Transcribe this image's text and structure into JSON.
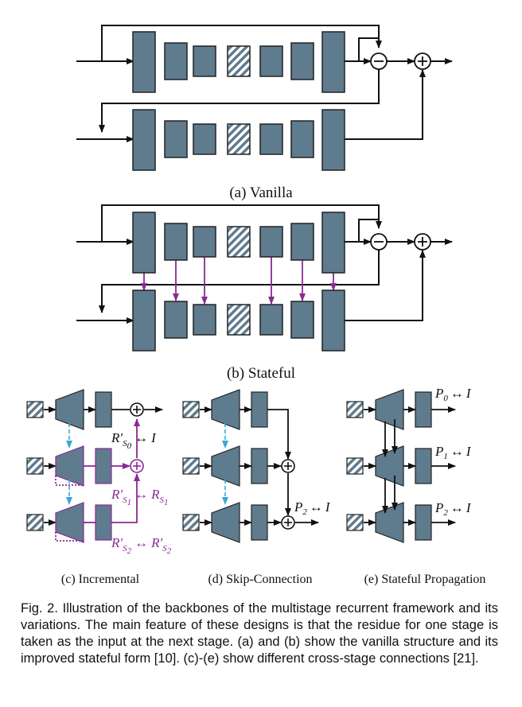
{
  "colors": {
    "block": "#5f7b8e",
    "state_arrow": "#8b2a96",
    "skip_arrow": "#39a8d8",
    "line": "#111111"
  },
  "panels": {
    "a": {
      "label": "(a) Vanilla"
    },
    "b": {
      "label": "(b) Stateful"
    },
    "c": {
      "label": "(c) Incremental",
      "annot": [
        {
          "main": "R′",
          "sub": "S",
          "subsub": "0",
          "rel": "↔",
          "rhs": "I"
        },
        {
          "main": "R′",
          "sub": "S",
          "subsub": "1",
          "rel": "↔",
          "rhs": "R",
          "rhs_sub": "S",
          "rhs_subsub": "1"
        },
        {
          "main": "R′",
          "sub": "S",
          "subsub": "2",
          "rel": "↔",
          "rhs": "R′",
          "rhs_sub": "S",
          "rhs_subsub": "2"
        }
      ]
    },
    "d": {
      "label": "(d) Skip-Connection",
      "annot": {
        "main": "P",
        "sub": "2",
        "rhs": "I"
      }
    },
    "e": {
      "label": "(e) Stateful Propagation",
      "annot": [
        {
          "main": "P",
          "sub": "0",
          "rhs": "I"
        },
        {
          "main": "P",
          "sub": "1",
          "rhs": "I"
        },
        {
          "main": "P",
          "sub": "2",
          "rhs": "I"
        }
      ]
    }
  },
  "caption": "Fig. 2. Illustration of the backbones of the multistage recurrent framework and its variations. The main feature of these designs is that the residue for one stage is taken as the input at the next stage. (a) and (b) show the vanilla structure and its improved stateful form [10]. (c)-(e) show different cross-stage connections [21]."
}
